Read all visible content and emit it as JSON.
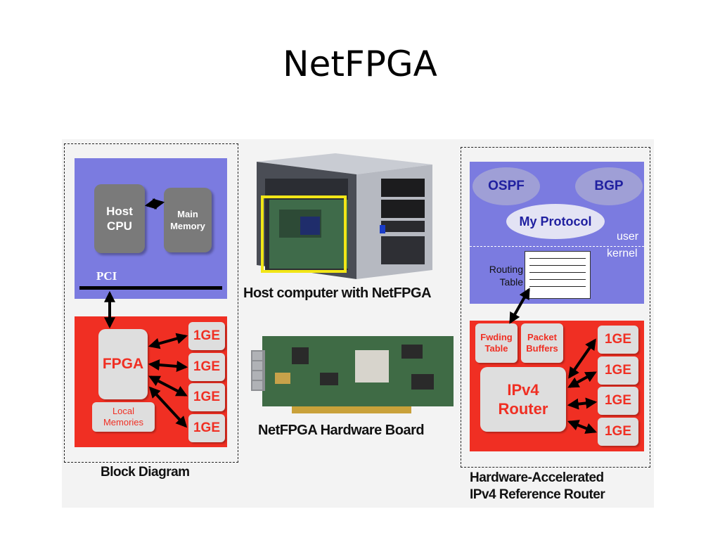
{
  "slide": {
    "title": "NetFPGA"
  },
  "block_diagram": {
    "caption": "Block Diagram",
    "host_cpu": "Host\nCPU",
    "main_memory": "Main\nMemory",
    "pci": "PCI",
    "fpga": "FPGA",
    "local_memories": "Local\nMemories",
    "ports": [
      "1GE",
      "1GE",
      "1GE",
      "1GE"
    ]
  },
  "photos": {
    "host_caption": "Host computer with NetFPGA",
    "board_caption": "NetFPGA Hardware Board"
  },
  "router": {
    "caption_line1": "Hardware-Accelerated",
    "caption_line2": "IPv4 Reference Router",
    "ospf": "OSPF",
    "bgp": "BGP",
    "my_protocol": "My Protocol",
    "user": "user",
    "kernel": "kernel",
    "routing_table": "Routing\nTable",
    "fwding_table": "Fwding\nTable",
    "packet_buffers": "Packet\nBuffers",
    "ipv4_router": "IPv4\nRouter",
    "ports": [
      "1GE",
      "1GE",
      "1GE",
      "1GE"
    ]
  },
  "colors": {
    "purple": "#7b7be0",
    "red": "#f02f23",
    "box_gray": "#dedede",
    "dark_gray": "#7a7a7a"
  }
}
